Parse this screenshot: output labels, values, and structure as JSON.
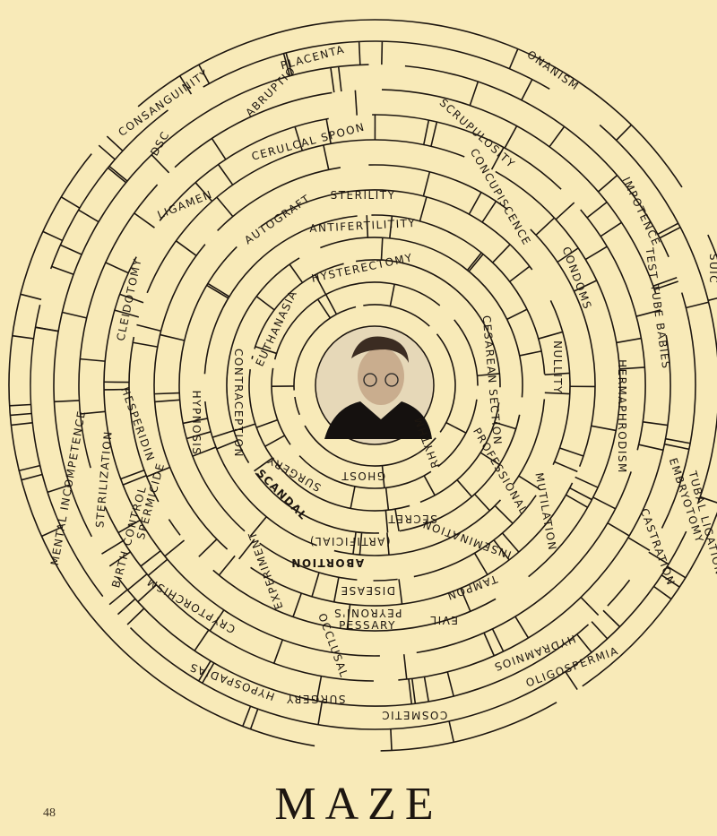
{
  "page": {
    "number": "48",
    "title": "MAZE"
  },
  "photo": {
    "subject": "portrait"
  },
  "colors": {
    "paper": "#f8eab8",
    "ink": "#1d1610"
  },
  "labels": [
    "PLACENTA",
    "ABRUPTIO",
    "ONANISM",
    "CONSANGUINITY",
    "DSC",
    "CERULCAL SPOON",
    "SCRUPULOSITY",
    "CONCUPISCENCE",
    "IMPOTENCE",
    "TEST TUBE BABIES",
    "SUIC",
    "LIGAMEN",
    "AUTOGRAFT",
    "STERILITY",
    "ANTIFERTILITITY",
    "CONDOMS",
    "HYSTERECTOMY",
    "EUTHANASIA",
    "CESAREAN SECTION",
    "NULLITY",
    "HERMAPHRODISM",
    "CLEIDOTOMY",
    "CONTRACEPTION",
    "HYPNOSIS",
    "HESPERIDIN",
    "SPERMICIDE",
    "BIRTH CONTROL",
    "STERILIZATION",
    "MENTAL INCOMPETENCE",
    "SURGERY",
    "SCANDAL",
    "GHOST",
    "RHYTHM",
    "PROFESSIONAL",
    "SECRET",
    "(ARTIFICIAL)",
    "INSEMINATION",
    "MUTILATION",
    "EMBRYOTOMY",
    "TUBAL LIGATION",
    "CASTRATION",
    "ABORTION",
    "EXPERIMENT",
    "TAMPON",
    "DISEASE",
    "PEYRONI'S",
    "EVIL",
    "CRYPTORCHISM",
    "PESSARY",
    "OCCLUSAL",
    "HYDRAMNIOS",
    "OLIGOSPERMIA",
    "HYPOSPADIAS",
    "SURGERY",
    "COSMETIC"
  ]
}
